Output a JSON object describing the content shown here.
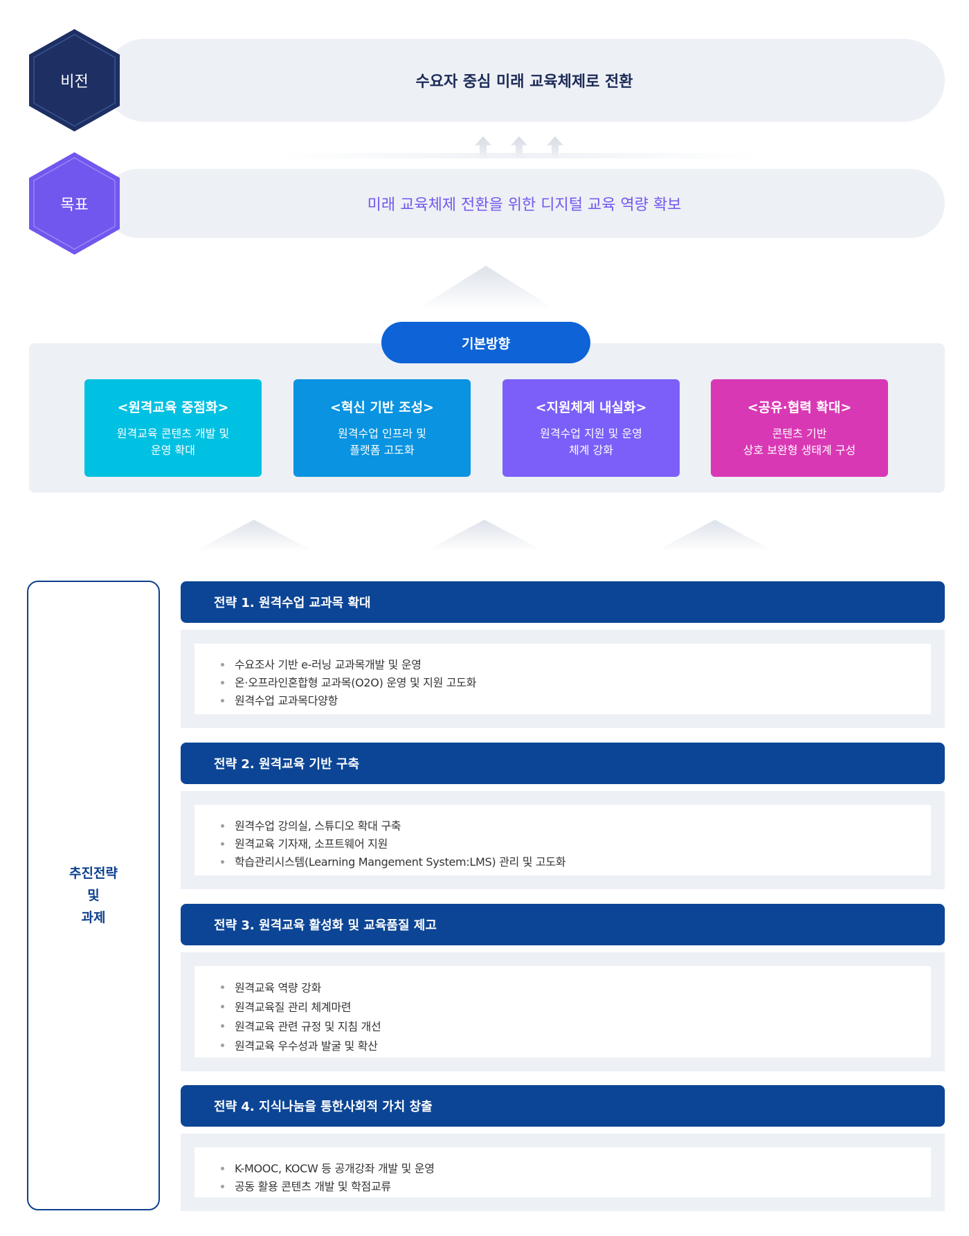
{
  "vision": {
    "label": "비전",
    "text": "수요자 중심 미래 교육체제로 전환",
    "color": "#1c2a57"
  },
  "goal": {
    "label": "목표",
    "text": "미래 교육체제 전환을 위한 디지털 교육 역량 확보",
    "color": "#7257ee"
  },
  "direction": {
    "label": "기본방향",
    "cards": [
      {
        "title": "<원격교육 중점화>",
        "lines": [
          "원격교육 콘텐츠 개발 및",
          "운영 확대"
        ],
        "color": "#00c1e2"
      },
      {
        "title": "<혁신 기반 조성>",
        "lines": [
          "원격수업 인프라 및",
          "플랫폼 고도화"
        ],
        "color": "#0993e0"
      },
      {
        "title": "<지원체계 내실화>",
        "lines": [
          "원격수업 지원 및 운영",
          "체계 강화"
        ],
        "color": "#7b5ff8"
      },
      {
        "title": "<공유·협력 확대>",
        "lines": [
          "콘텐츠 기반",
          "상호 보완형 생태계 구성"
        ],
        "color": "#d938b4"
      }
    ]
  },
  "strategy_section": {
    "label_lines": [
      "추진전략",
      "및",
      "과제"
    ],
    "strategies": [
      {
        "title": "전략 1. 원격수업 교과목 확대",
        "items": [
          "수요조사 기반 e-러닝 교과목개발 및 운영",
          "온·오프라인혼합형 교과목(O2O) 운영 및 지원 고도화",
          "원격수업 교과목다양항"
        ]
      },
      {
        "title": "전략 2. 원격교육 기반 구축",
        "items": [
          "원격수업 강의실, 스튜디오 확대 구축",
          "원격교육 기자재, 소프트웨어 지원",
          "학습관리시스템(Learning Mangement System:LMS) 관리 및 고도화"
        ]
      },
      {
        "title": "전략 3. 원격교육 활성화 및 교육품질 제고",
        "items": [
          "원격교육 역량 강화",
          "원격교육질 관리 체계마련",
          "원격교육 관련 규정 및 지침 개선",
          "원격교육 우수성과 발굴 및 확산"
        ]
      },
      {
        "title": "전략 4. 지식나눔을 통한사회적 가치 창출",
        "items": [
          "K-MOOC, KOCW 등 공개강좌 개발 및 운영",
          "공동 활용 콘텐츠 개발 및 학점교류"
        ]
      }
    ]
  }
}
